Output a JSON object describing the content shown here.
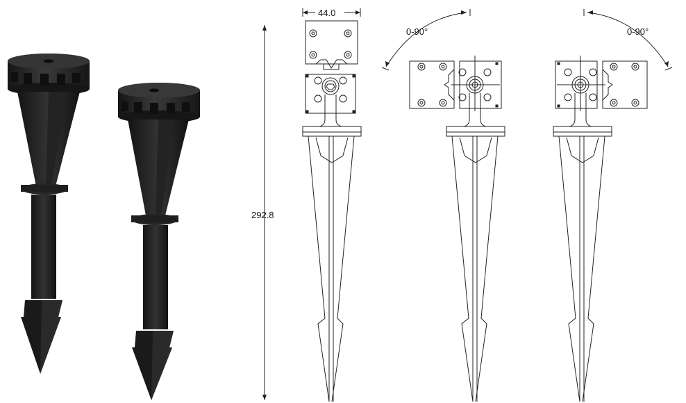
{
  "dimensions": {
    "width_label": "44.0",
    "height_label": "292.8"
  },
  "rotation_labels": {
    "left": "0-90°",
    "right": "0-90°"
  },
  "colors": {
    "stake_dark": "#1b1b1b",
    "stake_mid": "#2c2c2c",
    "stake_highlight": "#4a4a4a",
    "line": "#222222",
    "background": "#ffffff"
  },
  "icons": {
    "render_left": "ground-stake-render-icon",
    "render_right": "ground-stake-render-icon",
    "drawing_front": "stake-drawing-front-icon",
    "drawing_left": "stake-drawing-rotated-left-icon",
    "drawing_right": "stake-drawing-rotated-right-icon"
  }
}
